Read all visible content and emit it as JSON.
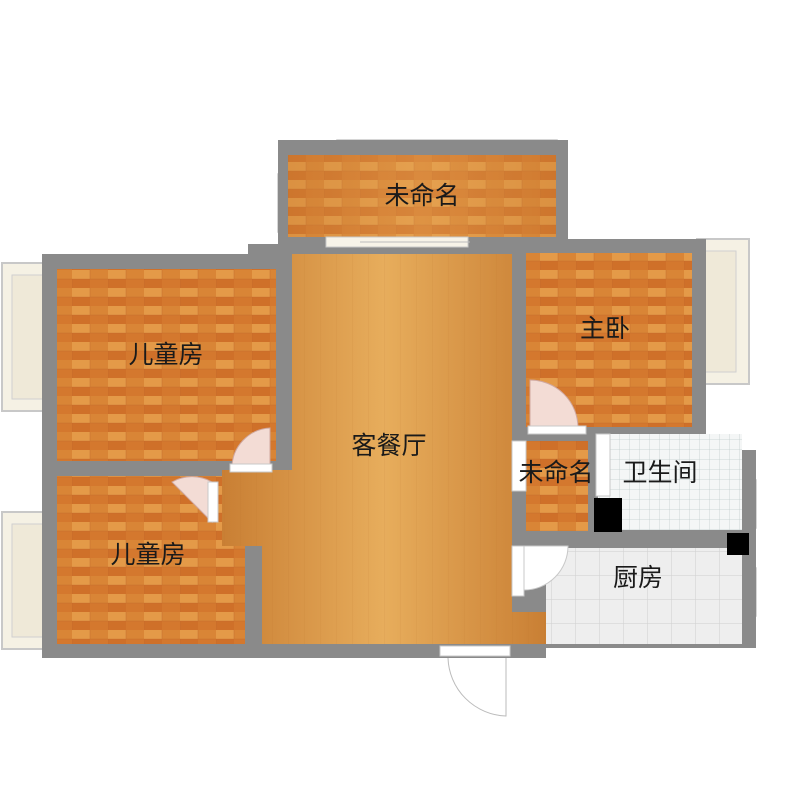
{
  "floor_plan": {
    "rooms": {
      "unnamed_top": {
        "label": "未命名"
      },
      "kids_room_top": {
        "label": "儿童房"
      },
      "kids_room_bottom": {
        "label": "儿童房"
      },
      "living_dining": {
        "label": "客餐厅"
      },
      "master_bedroom": {
        "label": "主卧"
      },
      "unnamed_small": {
        "label": "未命名"
      },
      "bathroom": {
        "label": "卫生间"
      },
      "kitchen": {
        "label": "厨房"
      }
    },
    "colors": {
      "wall": "#8a8a8a",
      "wood_light": "#e0983e",
      "wood_dark": "#c46a26",
      "living_floor": "#dc9a48",
      "tile": "#eeeeee",
      "bath_tile": "#f4f6f6",
      "window": "#f5f1e4",
      "fixture": "#000000"
    }
  }
}
